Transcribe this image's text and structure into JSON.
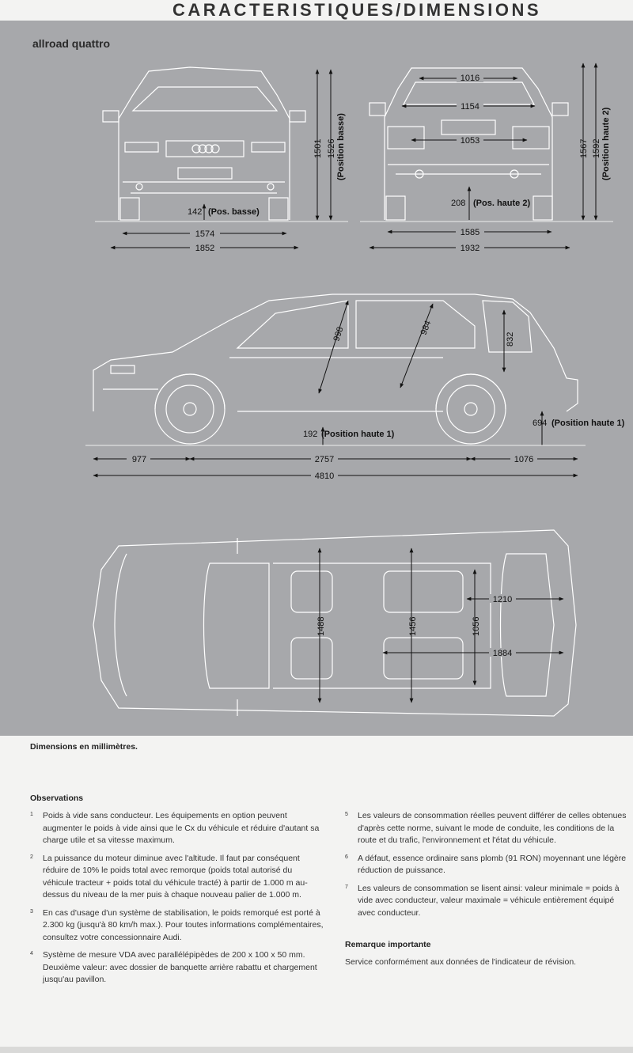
{
  "header": {
    "title": "CARACTERISTIQUES/DIMENSIONS",
    "model": "allroad quattro"
  },
  "dimensions": {
    "front": {
      "d1501": "1501",
      "d1526": "1526",
      "pos_basse": "(Position basse)",
      "ground": "142",
      "ground_label": "(Pos. basse)",
      "d1574": "1574",
      "d1852": "1852"
    },
    "rear": {
      "d1016": "1016",
      "d1154": "1154",
      "d1053": "1053",
      "d1567": "1567",
      "d1592": "1592",
      "pos_haute2": "(Position haute 2)",
      "ground": "208",
      "ground_label": "(Pos. haute 2)",
      "d1585": "1585",
      "d1932": "1932"
    },
    "side": {
      "d998": "998",
      "d984": "984",
      "d832": "832",
      "d694": "694",
      "pos694": "(Position haute 1)",
      "d192": "192",
      "pos192": "(Position haute 1)",
      "d977": "977",
      "d2757": "2757",
      "d1076": "1076",
      "d4810": "4810"
    },
    "top": {
      "d1488": "1488",
      "d1456": "1456",
      "d1056": "1056",
      "d1210": "1210",
      "d1884": "1884"
    }
  },
  "units_note": "Dimensions en millimètres.",
  "observations": {
    "title": "Observations",
    "left": [
      {
        "num": "1",
        "text": "Poids à vide sans conducteur. Les équipements en option peuvent augmenter le poids à vide ainsi que le Cx du véhicule et réduire d'autant sa charge utile et sa vitesse maximum."
      },
      {
        "num": "2",
        "text": "La puissance du moteur diminue avec l'altitude. Il faut par conséquent réduire de 10% le poids total avec remorque (poids total autorisé du véhicule tracteur + poids total du véhicule tracté) à partir de 1.000 m au-dessus du niveau de la mer puis à chaque nouveau palier de 1.000 m."
      },
      {
        "num": "3",
        "text": "En cas d'usage d'un système de stabilisation, le poids remorqué est porté à 2.300 kg (jusqu'à 80 km/h max.). Pour toutes informations complémentaires, consultez votre concessionnaire Audi."
      },
      {
        "num": "4",
        "text": "Système de mesure VDA avec parallélépipèdes de 200 x 100 x 50 mm. Deuxième valeur: avec dossier de banquette arrière rabattu et chargement jusqu'au pavillon."
      }
    ],
    "right": [
      {
        "num": "5",
        "text": "Les valeurs de consommation réelles peuvent différer de celles obtenues d'après cette norme, suivant le mode de conduite, les conditions de la route et du trafic, l'environnement et l'état du véhicule."
      },
      {
        "num": "6",
        "text": "A défaut, essence ordinaire sans plomb (91 RON) moyennant une légère réduction de puissance."
      },
      {
        "num": "7",
        "text": "Les valeurs de consommation se lisent ainsi: valeur minimale = poids à vide avec conducteur, valeur maximale = véhicule entièrement équipé avec conducteur."
      }
    ]
  },
  "remark": {
    "title": "Remarque importante",
    "text": "Service conformément aux données de l'indicateur de révision."
  }
}
